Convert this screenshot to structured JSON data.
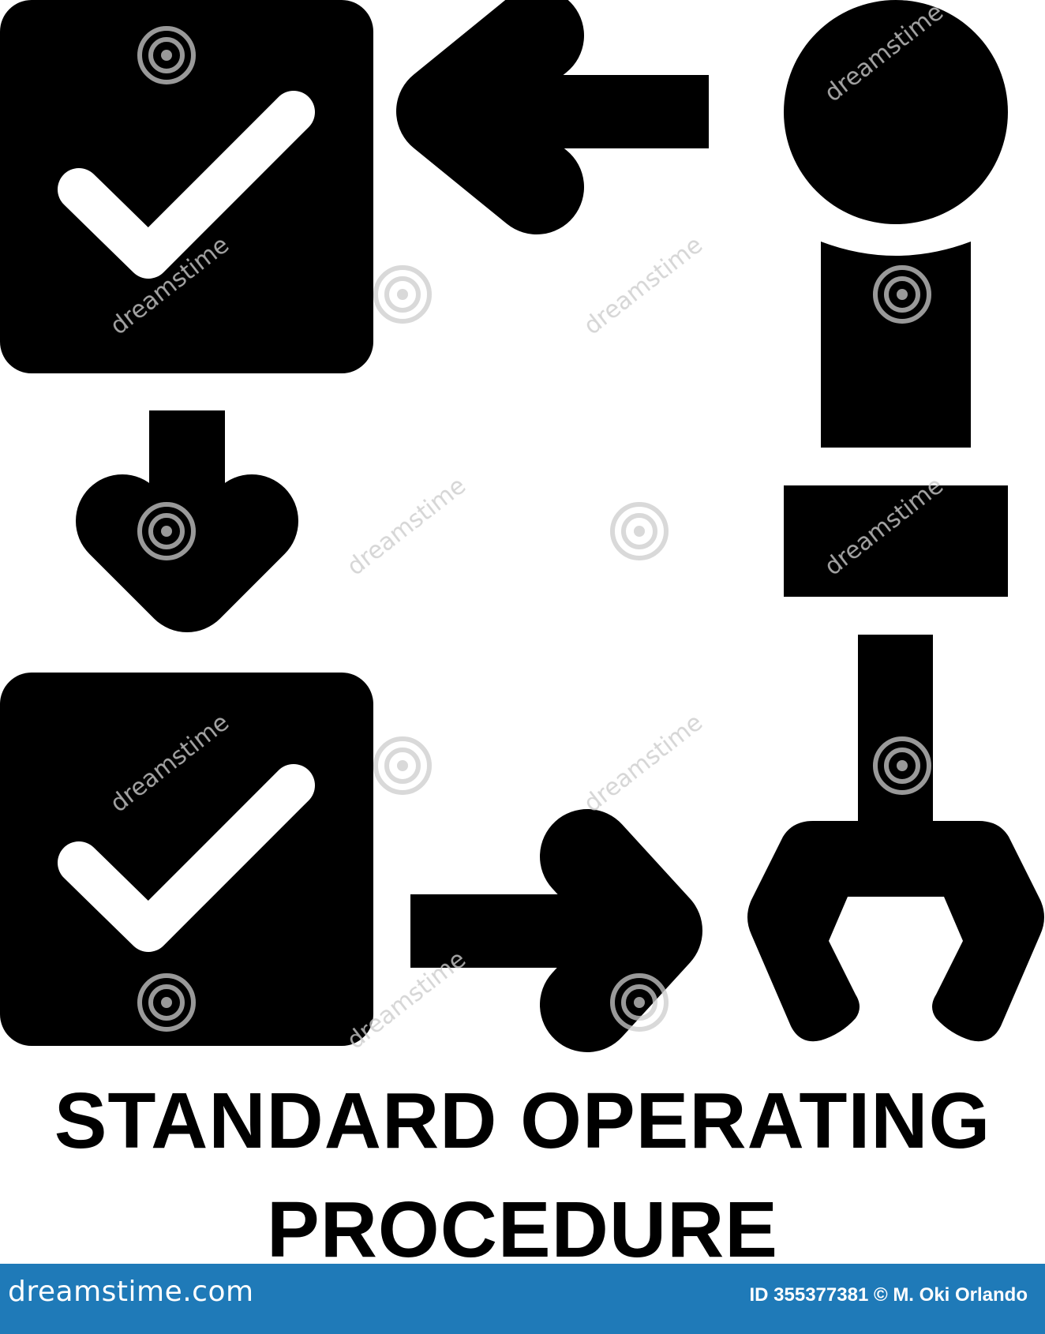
{
  "icon": "standard-operating-procedure-icon",
  "caption": {
    "line1": "STANDARD OPERATING",
    "line2": "PROCEDURE"
  },
  "watermark": {
    "text": "dreamstime",
    "logo_icon": "spiral-logo-icon"
  },
  "footer": {
    "brand": "dreamstime.com",
    "credit": "ID 355377381 © M. Oki Orlando"
  },
  "colors": {
    "ink": "#000000",
    "background": "#ffffff",
    "footer_bar": "#1f7ab8",
    "footer_text": "#ffffff",
    "watermark": "#cccccc"
  }
}
